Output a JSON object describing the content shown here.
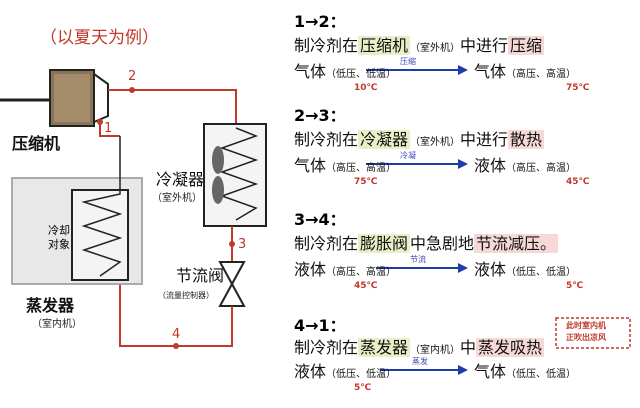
{
  "title": "（以夏天为例）",
  "labels": {
    "compressor": "压缩机",
    "condenser": "冷凝器",
    "condenser_sub": "（室外机）",
    "expansion": "节流阀",
    "expansion_sub": "（流量控制器）",
    "evaporator": "蒸发器",
    "evaporator_sub": "（室内机）",
    "cooling_obj": "冷却对象"
  },
  "points": {
    "p1": "1",
    "p2": "2",
    "p3": "3",
    "p4": "4"
  },
  "steps": [
    {
      "head": "1→2：",
      "line_pre": "制冷剂在",
      "comp": "压缩机",
      "comp_sub": "（室外机）",
      "line_mid": "中进行",
      "action": "压缩",
      "from_state": "气体",
      "from_cond": "（低压、低温）",
      "arrow": "压缩",
      "to_state": "气体",
      "to_cond": "（高压、高温）",
      "t_from": "10℃",
      "t_to": "75℃"
    },
    {
      "head": "2→3：",
      "line_pre": "制冷剂在",
      "comp": "冷凝器",
      "comp_sub": "（室外机）",
      "line_mid": "中进行",
      "action": "散热",
      "from_state": "气体",
      "from_cond": "（高压、高温）",
      "arrow": "冷凝",
      "to_state": "液体",
      "to_cond": "（高压、高温）",
      "t_from": "75℃",
      "t_to": "45℃"
    },
    {
      "head": "3→4：",
      "line_pre": "制冷剂在",
      "comp": "膨胀阀",
      "comp_sub": "",
      "line_mid": "中急剧地",
      "action": "节流减压。",
      "from_state": "液体",
      "from_cond": "（高压、高温）",
      "arrow": "节流",
      "to_state": "液体",
      "to_cond": "（低压、低温）",
      "t_from": "45℃",
      "t_to": "5℃"
    },
    {
      "head": "4→1：",
      "line_pre": "制冷剂在",
      "comp": "蒸发器",
      "comp_sub": "（室内机）",
      "line_mid": "中",
      "action": "蒸发吸热",
      "from_state": "液体",
      "from_cond": "（低压、低温）",
      "arrow": "蒸发",
      "to_state": "气体",
      "to_cond": "（低压、低温）",
      "t_from": "5℃",
      "t_to": ""
    }
  ],
  "note": {
    "line1": "此时室内机",
    "line2": "正吹出凉风"
  }
}
